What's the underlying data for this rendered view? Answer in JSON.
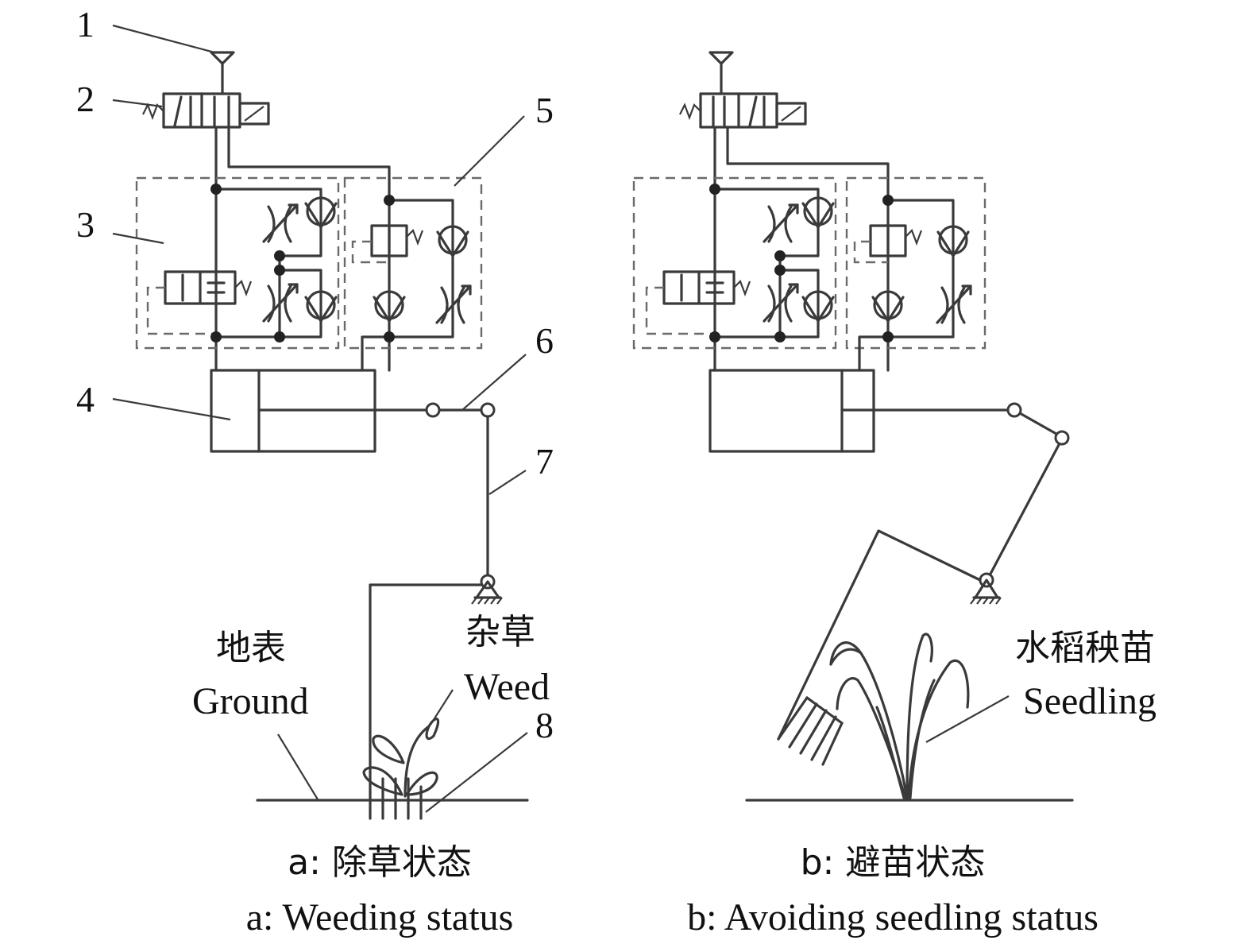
{
  "part_numbers": [
    "1",
    "2",
    "3",
    "4",
    "5",
    "6",
    "7",
    "8"
  ],
  "labels": {
    "ground_cn": "地表",
    "ground_en": "Ground",
    "weed_cn": "杂草",
    "weed_en": "Weed",
    "seedling_cn": "水稻秧苗",
    "seedling_en": "Seedling"
  },
  "panels": [
    {
      "caption_cn": "a: 除草状态",
      "caption_en": "a: Weeding status"
    },
    {
      "caption_cn": "b: 避苗状态",
      "caption_en": "b: Avoiding seedling status"
    }
  ]
}
